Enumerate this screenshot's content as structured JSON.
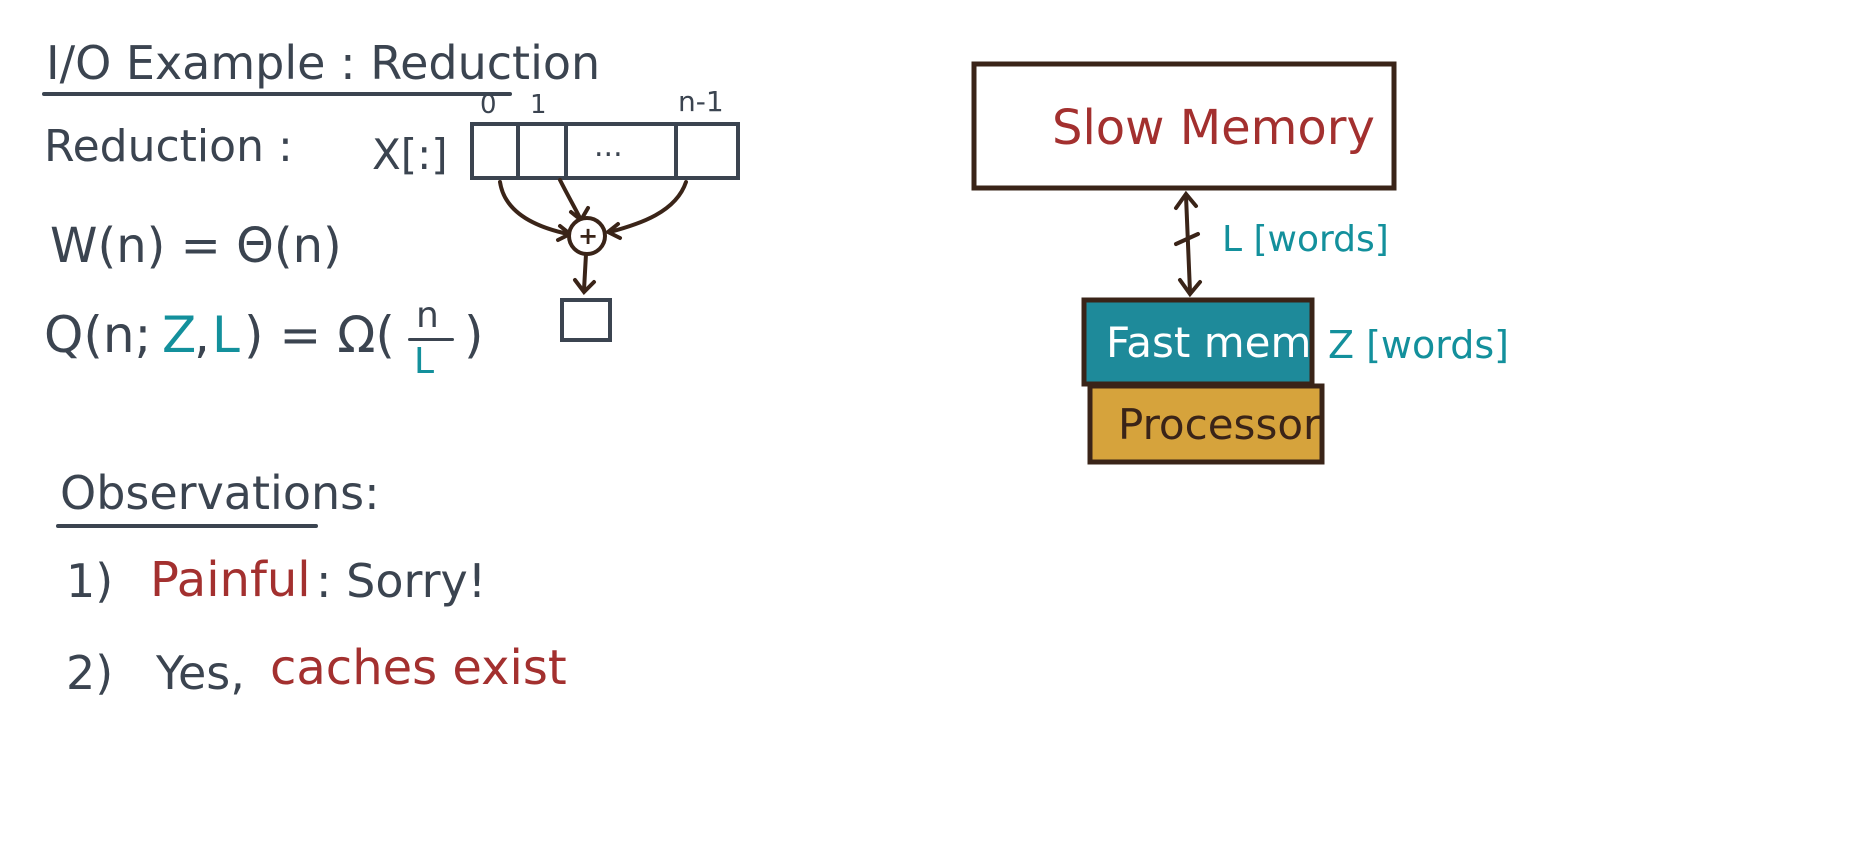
{
  "title": "I/O Example : Reduction",
  "reduction": {
    "label": "Reduction :",
    "array_name": "X[:]",
    "index_first": "0",
    "index_second": "1",
    "index_last": "n-1",
    "ellipsis": "...",
    "operator_symbol": "+"
  },
  "formulas": {
    "work": "W(n) = Θ(n)",
    "io_prefix": "Q(n;",
    "io_z": "Z",
    "io_comma": ",",
    "io_l": "L",
    "io_equals": ") = Ω(",
    "io_numerator": "n",
    "io_denominator": "L",
    "io_close": ")"
  },
  "observations": {
    "heading": "Observations:",
    "item1_number": "1)",
    "item1_highlight": "Painful",
    "item1_rest": ": Sorry!",
    "item2_number": "2)",
    "item2_plain": "Yes,",
    "item2_highlight": "caches exist"
  },
  "memory_model": {
    "slow_memory": "Slow Memory",
    "transfer_label": "L [words]",
    "fast_memory": "Fast mem.",
    "fast_size_label": "Z [words]",
    "processor": "Processor"
  },
  "colors": {
    "ink": "#3b4450",
    "red": "#a3302f",
    "teal": "#13909c",
    "fast_mem_fill": "#1e8a9a",
    "processor_fill": "#d6a33c",
    "outline": "#3a2418"
  }
}
